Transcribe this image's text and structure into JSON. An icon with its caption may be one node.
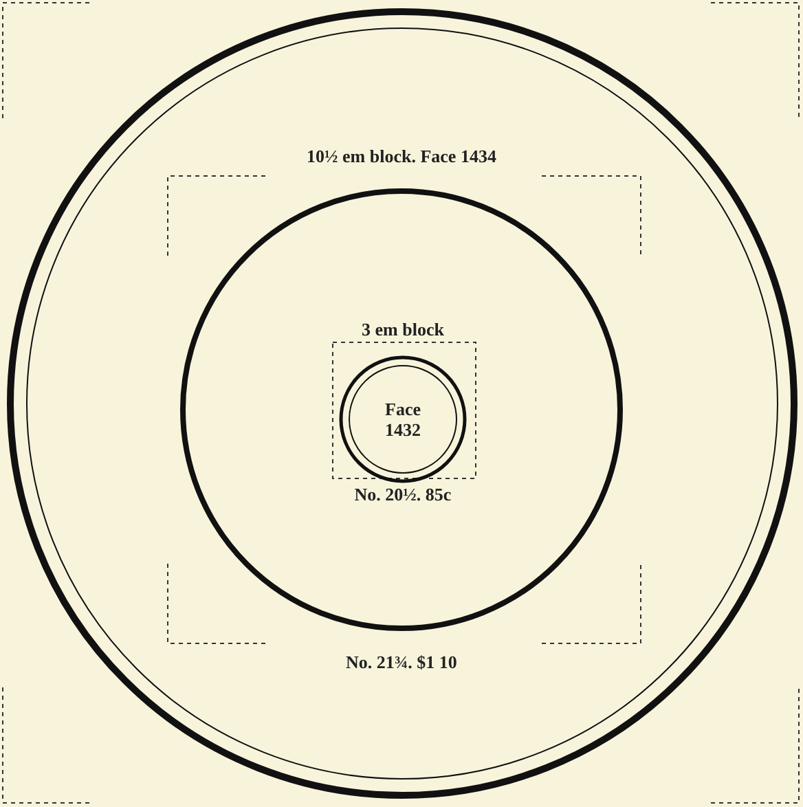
{
  "diagram": {
    "nodes": [
      {
        "text": [],
        "shape": "circle"
      },
      {
        "text": [
          "10½ em block. Face 1434",
          "No. 21¾. $1 10"
        ],
        "in": 0
      },
      {
        "text": [
          "3 em block",
          "Face 1432",
          "No. 20½. 85c"
        ],
        "in": 1
      }
    ]
  }
}
